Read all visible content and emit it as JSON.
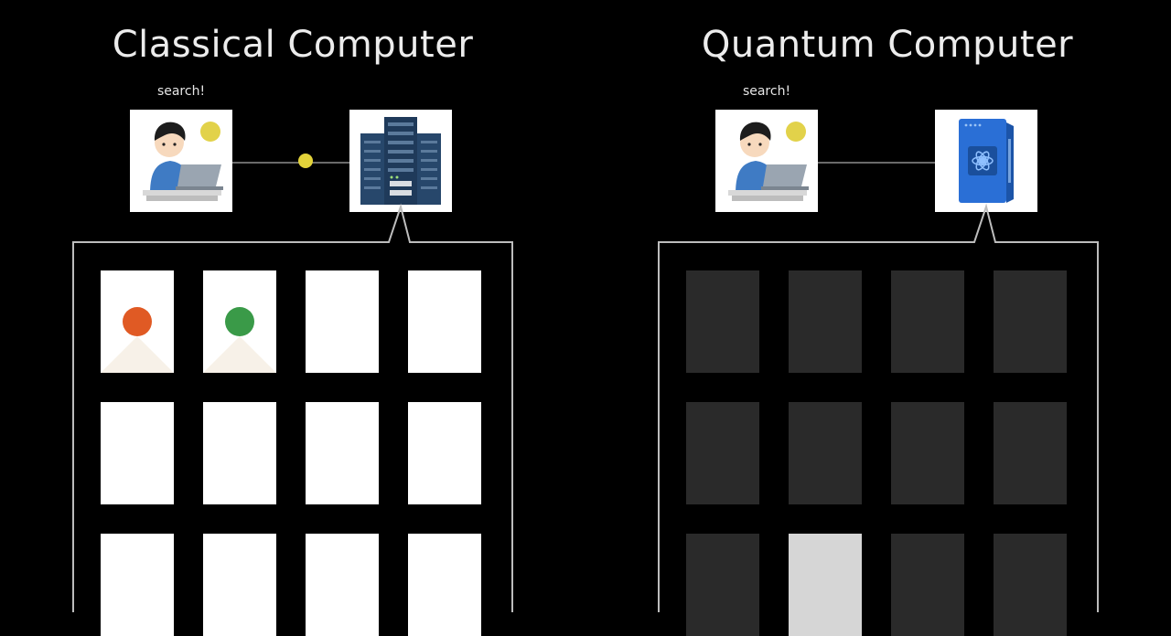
{
  "classical": {
    "title": "Classical Computer",
    "search_label": "search!",
    "cards": [
      {
        "item_color": "#e05a24"
      },
      {
        "item_color": "#3a9a48"
      },
      {
        "item_color": null
      },
      {
        "item_color": null
      },
      {
        "item_color": null
      },
      {
        "item_color": null
      },
      {
        "item_color": null
      },
      {
        "item_color": null
      },
      {
        "item_color": null
      },
      {
        "item_color": null
      },
      {
        "item_color": null
      },
      {
        "item_color": null
      }
    ]
  },
  "quantum": {
    "title": "Quantum Computer",
    "search_label": "search!",
    "highlighted_card": 9
  },
  "colors": {
    "background": "#000000",
    "frame_stroke": "#bdbdbd",
    "card_white": "#ffffff",
    "card_dark": "#2a2a2a",
    "card_highlight": "#d6d6d6",
    "signal_dot": "#e3d33a",
    "server_navy": "#1f3a5a",
    "quantum_blue": "#2a6fd6"
  },
  "icons": {
    "user": "person-at-laptop-icon",
    "classical_machine": "server-rack-icon",
    "quantum_machine": "quantum-computer-icon"
  }
}
